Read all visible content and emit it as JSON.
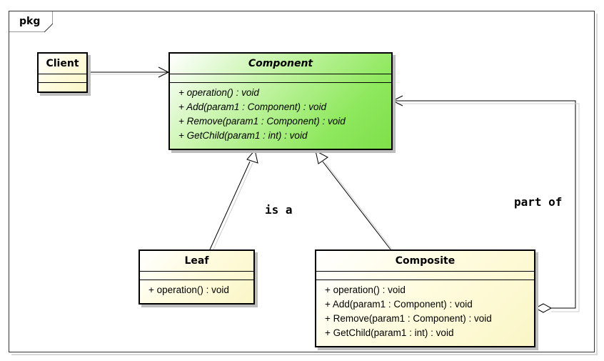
{
  "package": {
    "label": "pkg"
  },
  "classes": {
    "client": {
      "name": "Client"
    },
    "component": {
      "name": "Component",
      "operations": [
        "+ operation() : void",
        "+ Add(param1 : Component) : void",
        "+ Remove(param1 : Component) : void",
        "+ GetChild(param1 : int) : void"
      ]
    },
    "leaf": {
      "name": "Leaf",
      "operations": [
        "+ operation() : void"
      ]
    },
    "composite": {
      "name": "Composite",
      "operations": [
        "+ operation() : void",
        "+ Add(param1 : Component) : void",
        "+ Remove(param1 : Component) : void",
        "+ GetChild(param1 : int) : void"
      ]
    }
  },
  "relations": {
    "is_a": "is a",
    "part_of": "part of"
  },
  "colors": {
    "component_fill": "#7ee04a",
    "class_fill": "#fbf6c6",
    "stroke": "#000000"
  }
}
